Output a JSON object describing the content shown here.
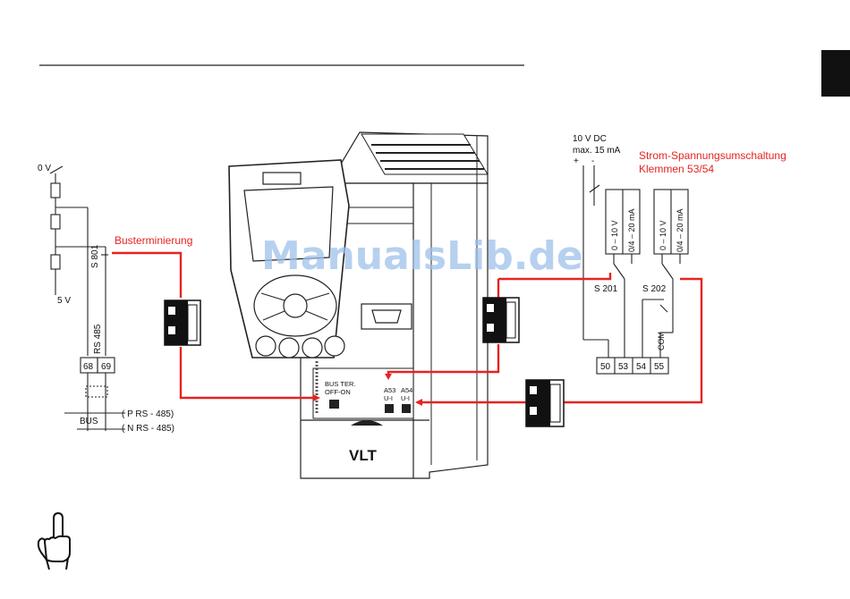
{
  "watermark": "ManualsLib.de",
  "callouts": {
    "bus_termination": "Busterminierung",
    "current_voltage_switch_line1": "Strom-Spannungsumschaltung",
    "current_voltage_switch_line2": "Klemmen 53/54"
  },
  "left_schematic": {
    "supply_top": "0 V",
    "supply_bottom": "5 V",
    "switch": "S 801",
    "interface": "RS 485",
    "terminal_a": "68",
    "terminal_b": "69",
    "bus": "BUS",
    "bus_p": "( P RS - 485)",
    "bus_n": "( N RS - 485)"
  },
  "drive": {
    "brand": "VLT",
    "bus_ter_line1": "BUS TER.",
    "bus_ter_line2": "OFF-ON",
    "a53_line1": "A53",
    "a53_line2": "U-I",
    "a54_line1": "A54",
    "a54_line2": "U-I"
  },
  "right_schematic": {
    "supply_line1": "10 V DC",
    "supply_line2": "max. 15 mA",
    "plus": "+",
    "minus": "-",
    "range_voltage": "0 – 10 V",
    "range_current": "0/4 – 20 mA",
    "switch_1": "S 201",
    "switch_2": "S 202",
    "com": "COM",
    "terminals": [
      "50",
      "53",
      "54",
      "55"
    ]
  },
  "colors": {
    "accent_red": "#e52421",
    "tab_black": "#111111",
    "watermark_blue": "#9ec1ea"
  },
  "icons": [
    "pointing-hand-icon",
    "dip-switch-icon"
  ]
}
